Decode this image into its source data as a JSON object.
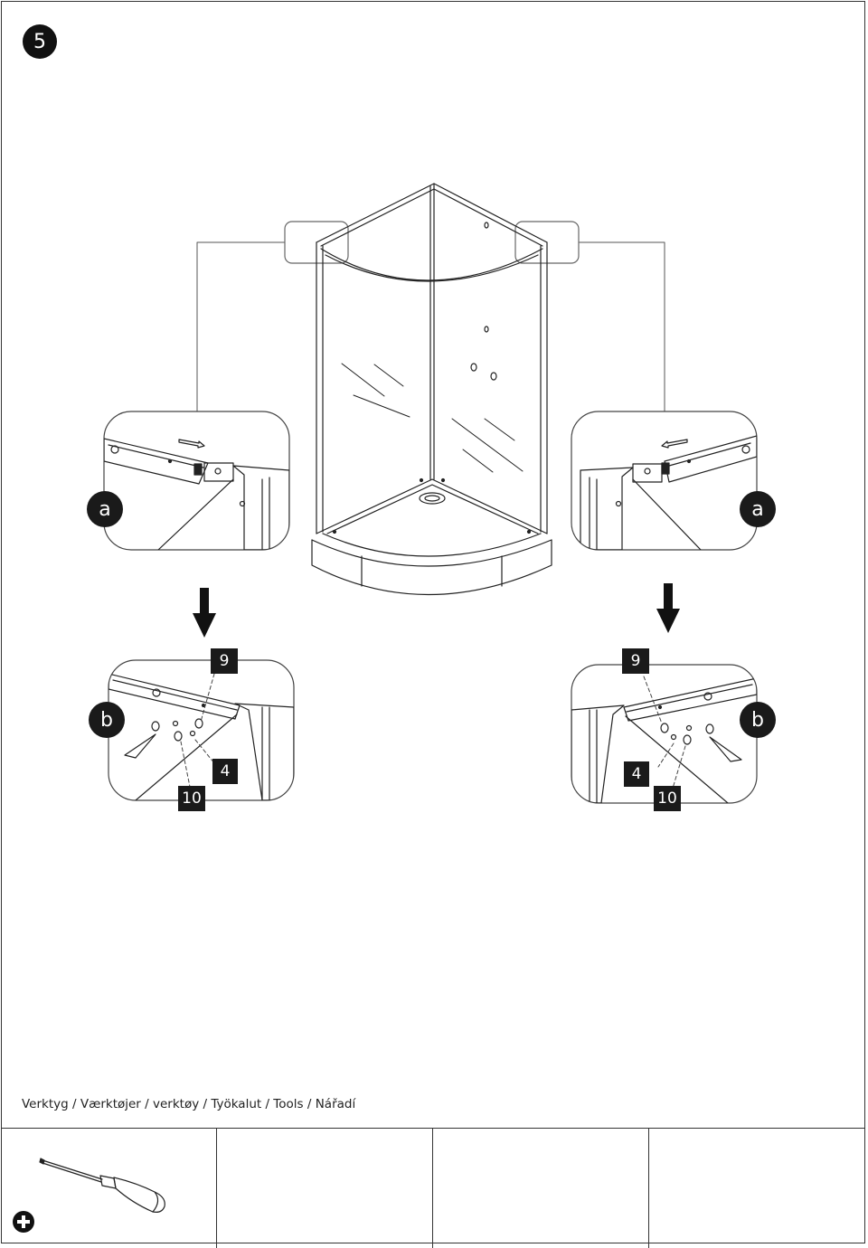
{
  "step": {
    "number": "5"
  },
  "callouts": {
    "left_top": {
      "letter": "a"
    },
    "right_top": {
      "letter": "a"
    },
    "left_bottom": {
      "letter": "b",
      "part_top": "9",
      "part_mid": "4",
      "part_bottom": "10"
    },
    "right_bottom": {
      "letter": "b",
      "part_top": "9",
      "part_mid": "4",
      "part_bottom": "10"
    }
  },
  "tools": {
    "title": "Verktyg / Værktøjer / verktøy / Työkalut / Tools / Nářadí",
    "cells": [
      {
        "icon": "phillips-screwdriver-icon",
        "badge_icon": "plus-icon"
      },
      {
        "icon": ""
      },
      {
        "icon": ""
      },
      {
        "icon": ""
      }
    ]
  }
}
